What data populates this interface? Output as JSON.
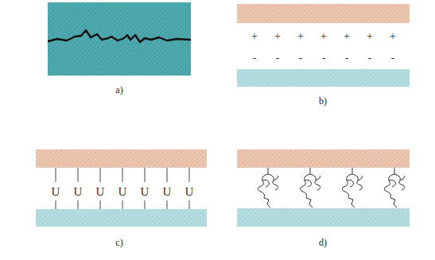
{
  "diagram": {
    "labels": [
      "a)",
      "b)",
      "+",
      "+",
      "+",
      "+",
      "+",
      "+",
      "+",
      "-",
      "-",
      "-",
      "-",
      "-",
      "-",
      "-",
      "c)",
      "d)",
      "U",
      "U",
      "U",
      "U",
      "U",
      "U",
      "U"
    ]
  }
}
